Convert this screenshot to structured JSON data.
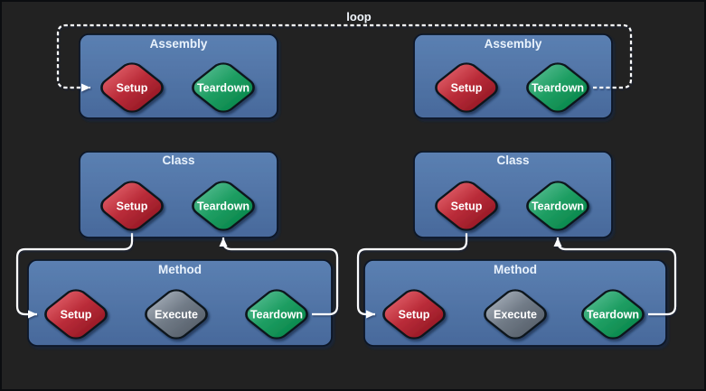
{
  "loop_label": "loop",
  "colors": {
    "background_light": "#82a2ce",
    "background_dark": "#2b4a7a",
    "container_fill_top": "#5b80b2",
    "container_fill_bottom": "#48699b",
    "container_border": "#0d1828",
    "setup_node": "#bb2d3a",
    "teardown_node": "#1f9e63",
    "execute_node": "#717b87",
    "arrow": "#ffffff",
    "title_text": "#e9f2fc"
  },
  "containers": [
    {
      "id": "assembly-left",
      "title": "Assembly",
      "nodes": [
        "Setup",
        "Teardown"
      ]
    },
    {
      "id": "class-left",
      "title": "Class",
      "nodes": [
        "Setup",
        "Teardown"
      ]
    },
    {
      "id": "method-left",
      "title": "Method",
      "nodes": [
        "Setup",
        "Execute",
        "Teardown"
      ]
    },
    {
      "id": "assembly-right",
      "title": "Assembly",
      "nodes": [
        "Setup",
        "Teardown"
      ]
    },
    {
      "id": "class-right",
      "title": "Class",
      "nodes": [
        "Setup",
        "Teardown"
      ]
    },
    {
      "id": "method-right",
      "title": "Method",
      "nodes": [
        "Setup",
        "Execute",
        "Teardown"
      ]
    }
  ]
}
